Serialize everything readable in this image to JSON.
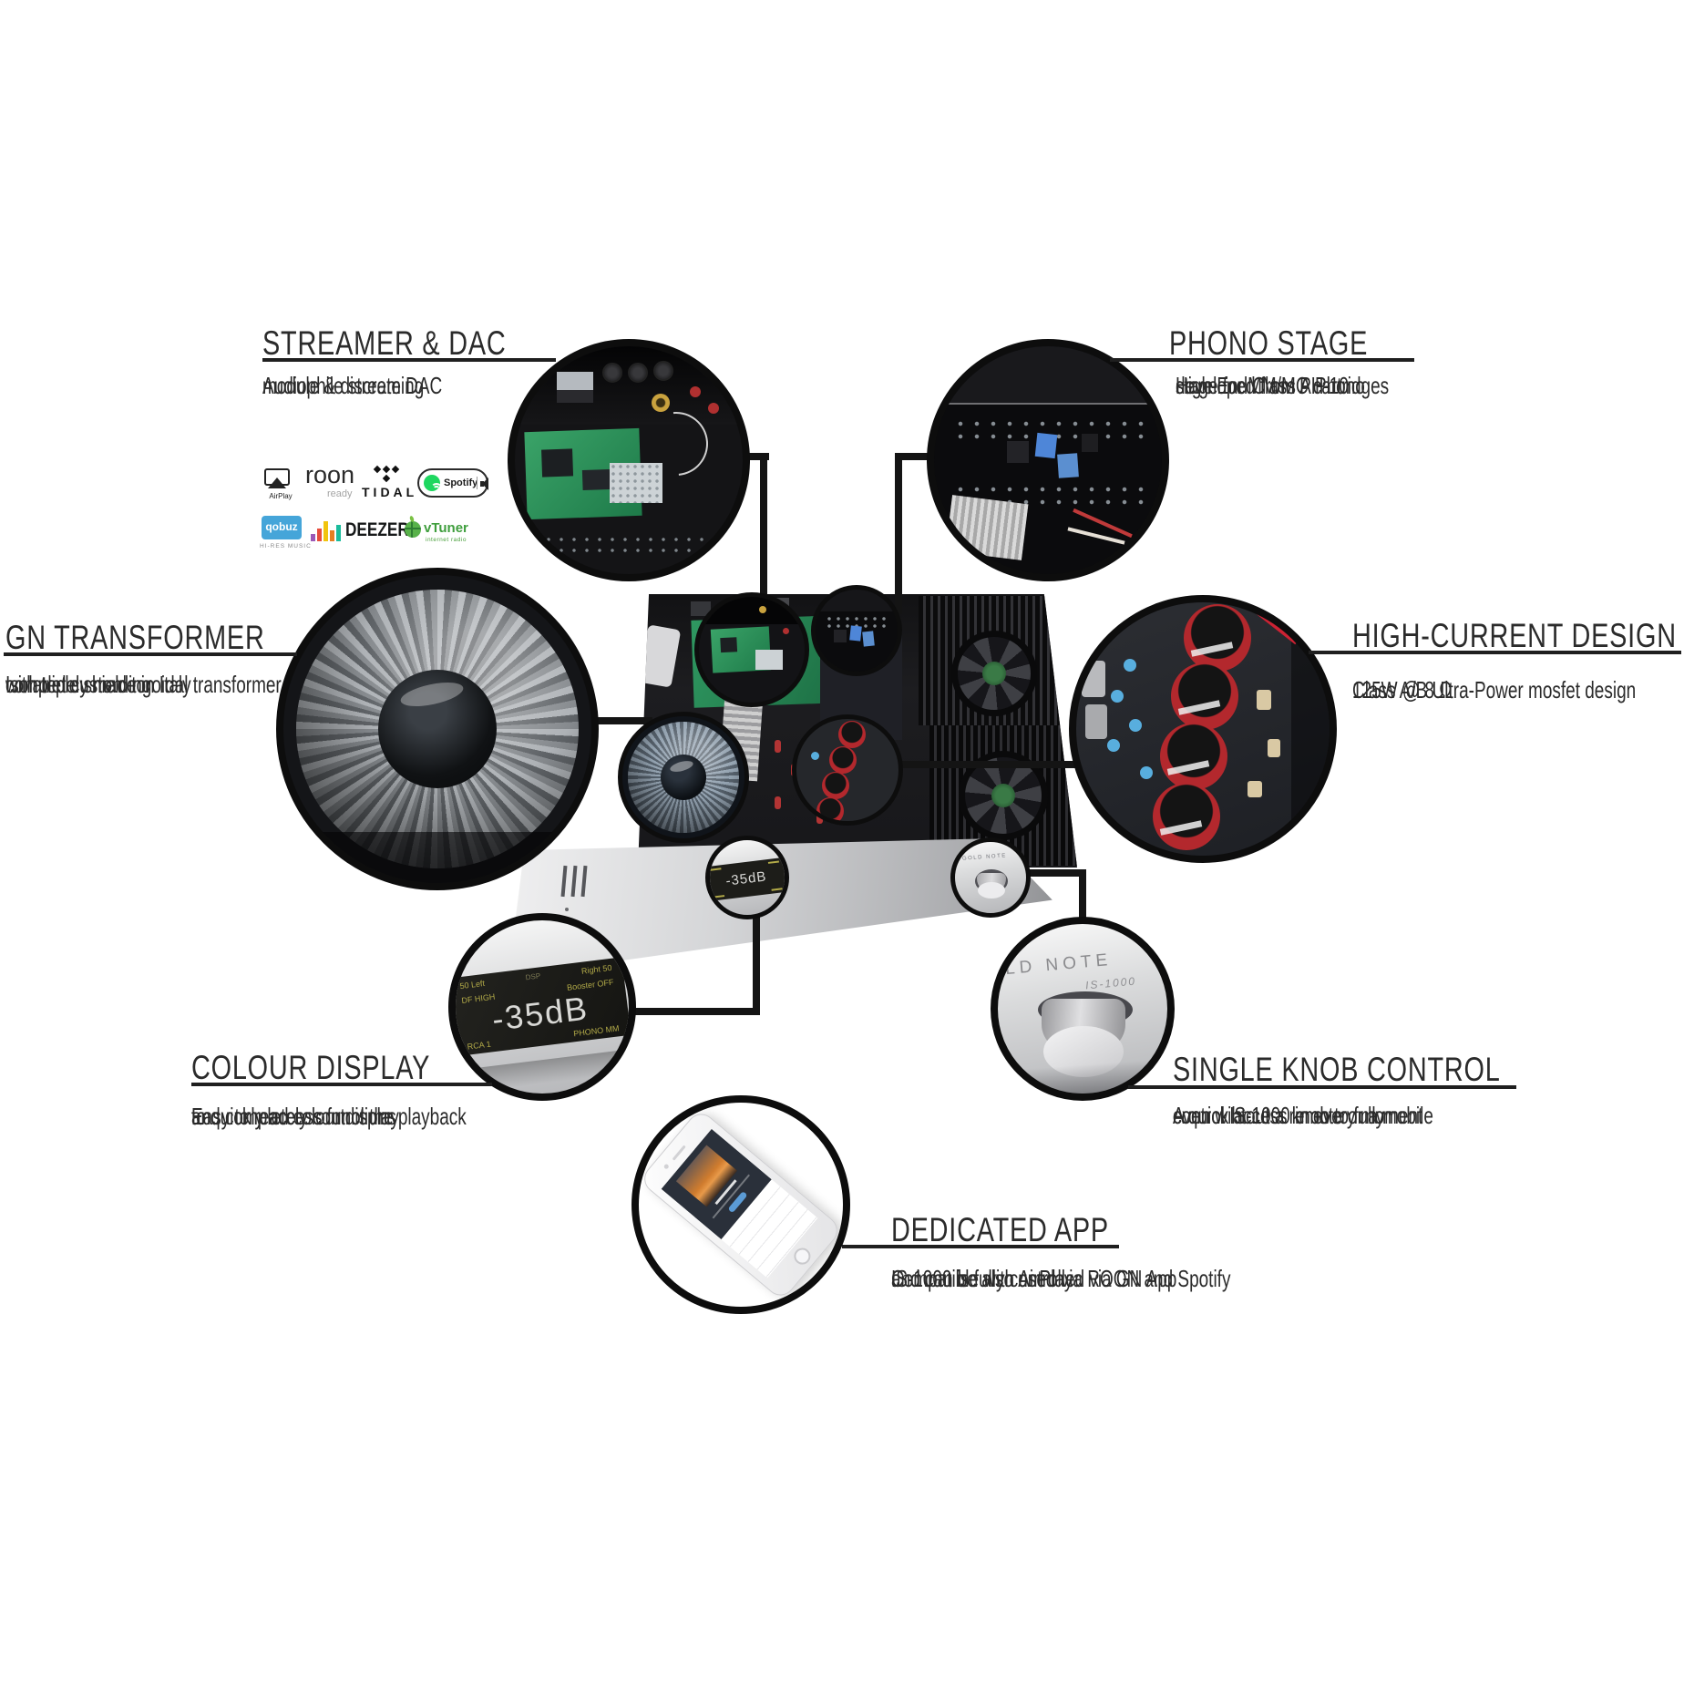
{
  "colors": {
    "background": "#ffffff",
    "text": "#2b2b2b",
    "line_black": "#141414",
    "display_yellow": "#b2aa48",
    "qobuz_blue": "#45a5d9",
    "spotify_green": "#1ed760",
    "vtuner_green": "#3f9e3d",
    "deezer_bar_colors": [
      "#9b59b6",
      "#e74c3c",
      "#f1c40f",
      "#e67e22",
      "#1abc9c"
    ],
    "capacitor_red": "#b3282d",
    "pcb_green": "#2f9861"
  },
  "product": {
    "brand": "GOLD NOTE"
  },
  "display_screen": {
    "row1_left": "50 Left",
    "row1_center": "DSP",
    "row1_right": "Right 50",
    "row2_left": "DF HIGH",
    "row2_right": "Booster OFF",
    "volume": "-35dB",
    "row3_left": "RCA 1",
    "row3_right": "PHONO MM"
  },
  "knob_circle": {
    "brand_partial": "LD NOTE",
    "model": "IS-1000"
  },
  "callouts": {
    "streamer_dac": {
      "title": "STREAMER & DAC",
      "lines": [
        "Audiophile streaming",
        "module & discrete DAC"
      ]
    },
    "phono_stage": {
      "title": "PHONO STAGE",
      "lines": [
        "High-End Class A Phono",
        "stage for MM/MC  cartridges",
        "developed from PH-10"
      ]
    },
    "gn_transformer": {
      "title": "GN TRANSFORMER",
      "lines": [
        "Isolated custom toroidal transformer",
        "completely made in Italy",
        "with triple shielding"
      ]
    },
    "high_current": {
      "title": "HIGH-CURRENT DESIGN",
      "lines": [
        "Class A/B Ultra-Power mosfet design",
        "125W @ 8 Ω"
      ]
    },
    "colour_display": {
      "title": "COLOUR DISPLAY",
      "lines": [
        "Easy to read colour display",
        "to quickly access functions",
        "and completely control the playback"
      ]
    },
    "single_knob": {
      "title": "SINGLE KNOB CONTROL",
      "lines": [
        "A quick access knob to fully",
        "control IS-1000 in every moment",
        "even wihtout a remote or a mobile"
      ]
    },
    "dedicated_app": {
      "title": "DEDICATED APP",
      "lines": [
        "IS-1000 is fully controlled via GN App",
        "and can be also used via ROON and Spotify",
        "Compatible with AirPlay"
      ]
    }
  },
  "logos": {
    "airplay": {
      "label": "AirPlay"
    },
    "roon": {
      "label": "roon",
      "sub": "ready"
    },
    "tidal": {
      "label": "TIDAL"
    },
    "spotify": {
      "label": "Spotify"
    },
    "qobuz": {
      "label": "qobuz",
      "sub": "HI-RES MUSIC"
    },
    "deezer": {
      "label": "DEEZER"
    },
    "vtuner": {
      "label": "vTuner",
      "sub": "internet radio"
    }
  }
}
